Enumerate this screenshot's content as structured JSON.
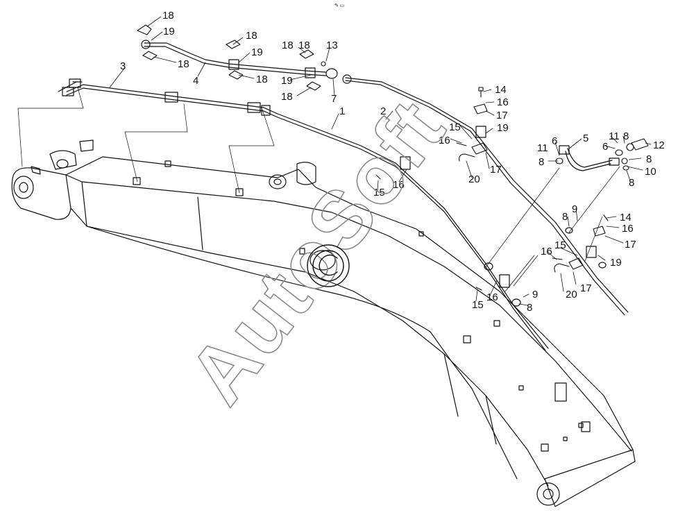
{
  "diagram": {
    "watermark": "AutoSoft",
    "callouts": {
      "c1": "1",
      "c2": "2",
      "c3": "3",
      "c4": "4",
      "c5": "5",
      "c6a": "6",
      "c6b": "6",
      "c7": "7",
      "c8a": "8",
      "c8b": "8",
      "c8c": "8",
      "c8d": "8",
      "c8e": "8",
      "c8f": "8",
      "c9a": "9",
      "c9b": "9",
      "c10": "10",
      "c11a": "11",
      "c11b": "11",
      "c12": "12",
      "c13": "13",
      "c14a": "14",
      "c14b": "14",
      "c15a": "15",
      "c15b": "15",
      "c15c": "15",
      "c15d": "15",
      "c16a": "16",
      "c16b": "16",
      "c16c": "16",
      "c16d": "16",
      "c16e": "16",
      "c16f": "16",
      "c17a": "17",
      "c17b": "17",
      "c17c": "17",
      "c17d": "17",
      "c18a": "18",
      "c18b": "18",
      "c18c": "18",
      "c18d": "18",
      "c18e": "18",
      "c18f": "18",
      "c18g": "18",
      "c19a": "19",
      "c19b": "19",
      "c19c": "19",
      "c19d": "19",
      "c19e": "19",
      "c20a": "20",
      "c20b": "20"
    }
  }
}
